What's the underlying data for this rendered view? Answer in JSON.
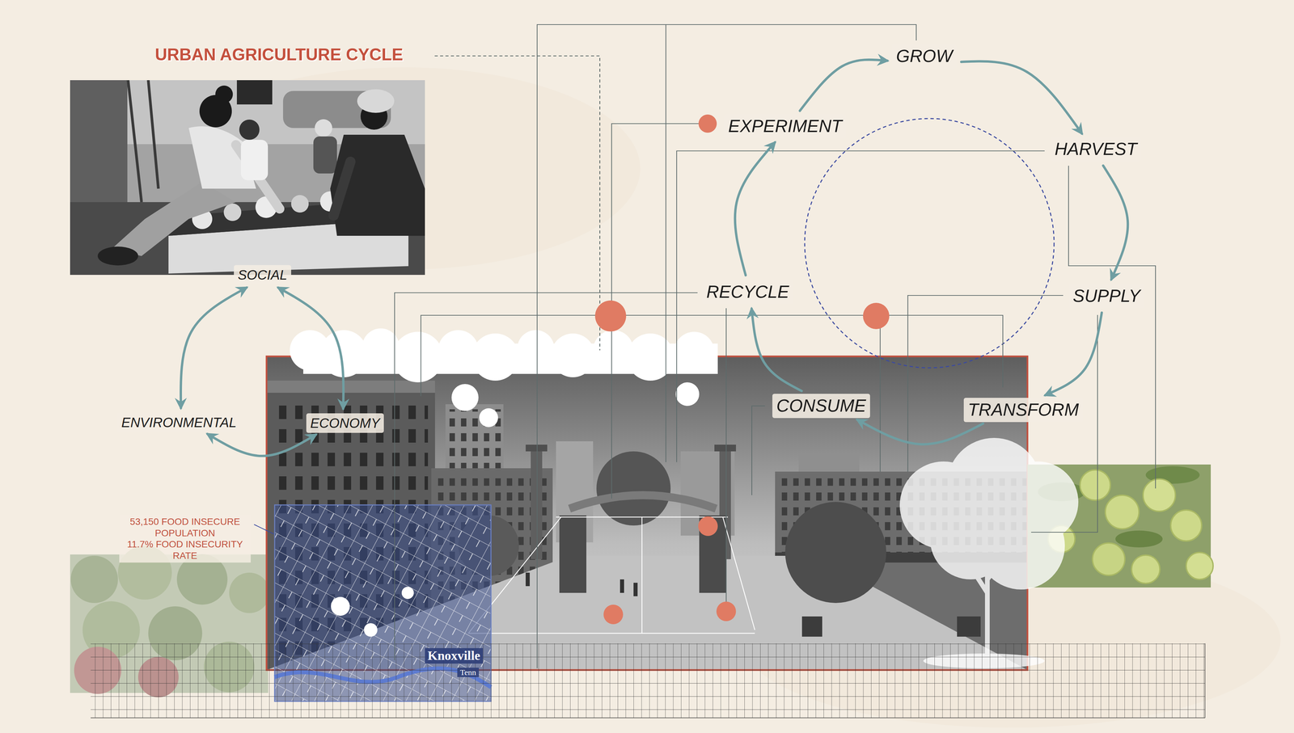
{
  "diagram": {
    "title": "URBAN AGRICULTURE CYCLE",
    "nodes": [
      {
        "text": [
          "GROW"
        ]
      },
      {
        "text": [
          "HARVEST"
        ]
      },
      {
        "text": [
          "SUPPLY"
        ]
      },
      {
        "text": [
          "TRANSFORM"
        ]
      },
      {
        "text": [
          "CONSUME"
        ]
      },
      {
        "text": [
          "RECYCLE"
        ]
      },
      {
        "text": [
          "EXPERIMENT"
        ]
      },
      {
        "text": [
          "SOCIAL"
        ]
      },
      {
        "text": [
          "ENVIRONMENTAL"
        ]
      },
      {
        "text": [
          "ECONOMY"
        ]
      }
    ],
    "edges": [
      {
        "from": 0,
        "to": 1,
        "arrow": "to"
      },
      {
        "from": 1,
        "to": 2,
        "arrow": "to"
      },
      {
        "from": 2,
        "to": 3,
        "arrow": "to"
      },
      {
        "from": 3,
        "to": 4,
        "arrow": "to"
      },
      {
        "from": 4,
        "to": 5,
        "arrow": "to"
      },
      {
        "from": 5,
        "to": 6,
        "arrow": "to"
      },
      {
        "from": 6,
        "to": 0,
        "arrow": "to"
      },
      {
        "from": 7,
        "to": 8,
        "arrow": "both"
      },
      {
        "from": 7,
        "to": 9,
        "arrow": "both"
      },
      {
        "from": 8,
        "to": 9,
        "arrow": "both"
      }
    ],
    "labels": [
      "53,150 FOOD INSECURE POPULATION",
      "11.7% FOOD INSECURITY RATE",
      "Knoxville",
      "Tenn"
    ]
  }
}
